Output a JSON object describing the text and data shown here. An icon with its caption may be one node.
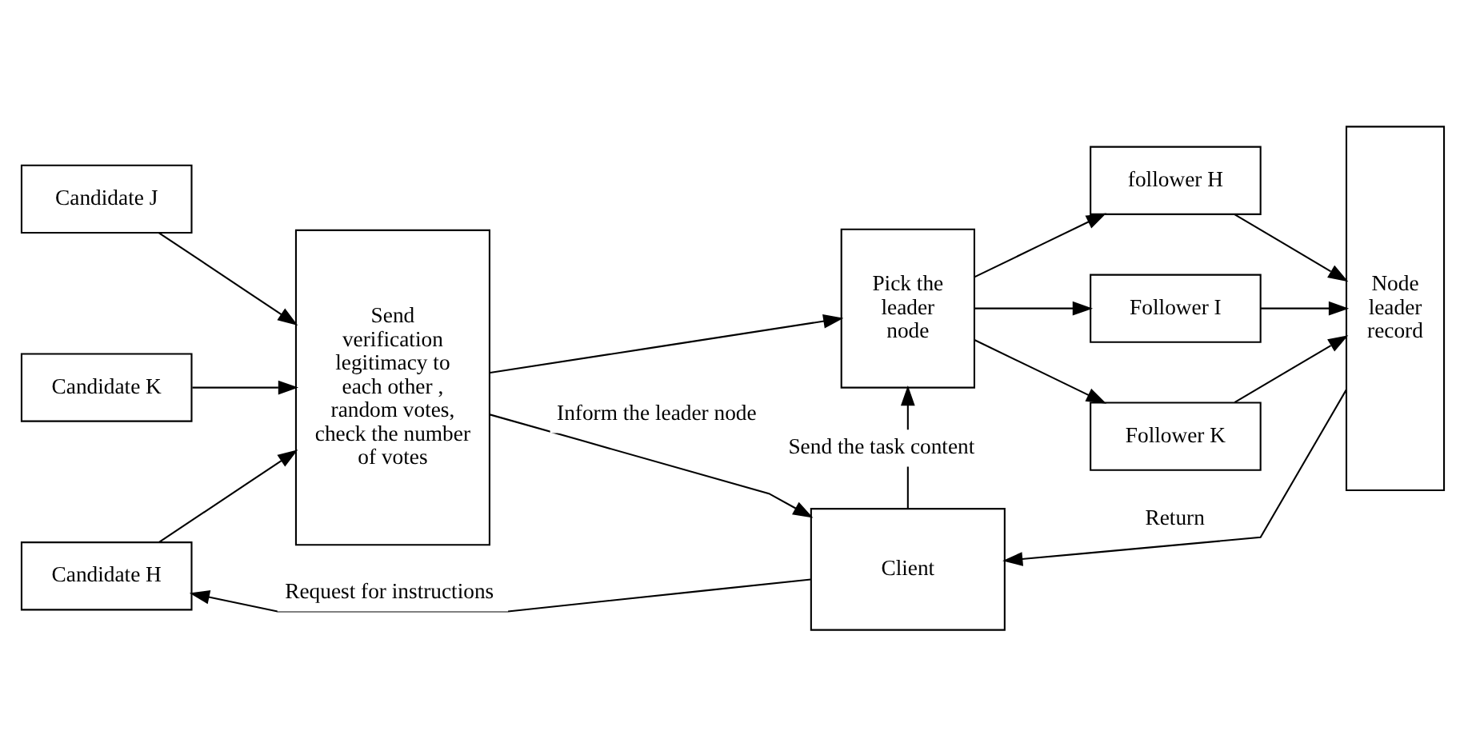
{
  "diagram": {
    "nodes": [
      {
        "text": [
          "Candidate J"
        ]
      },
      {
        "text": [
          "Candidate K"
        ]
      },
      {
        "text": [
          "Candidate H"
        ]
      },
      {
        "text": [
          "Send verification legitimacy to each other , random votes, check the number of votes"
        ]
      },
      {
        "text": [
          "Pick the leader node"
        ]
      },
      {
        "text": [
          "Follower I"
        ]
      },
      {
        "text": [
          "Follower K"
        ]
      },
      {
        "text": [
          "follower H"
        ]
      },
      {
        "text": [
          "Node leader record"
        ]
      },
      {
        "text": [
          "Client"
        ]
      }
    ],
    "edges": [
      {
        "from": 0,
        "to": 3,
        "arrow": "to"
      },
      {
        "from": 1,
        "to": 3,
        "arrow": "to"
      },
      {
        "from": 2,
        "to": 3,
        "arrow": "to"
      },
      {
        "from": 3,
        "to": 4,
        "arrow": "to"
      },
      {
        "from": 4,
        "to": 5,
        "arrow": "to"
      },
      {
        "from": 4,
        "to": 6,
        "arrow": "to"
      },
      {
        "from": 4,
        "to": 7,
        "arrow": "to"
      },
      {
        "from": 5,
        "to": 8,
        "arrow": "to"
      },
      {
        "from": 6,
        "to": 8,
        "arrow": "to"
      },
      {
        "from": 7,
        "to": 8,
        "arrow": "to"
      },
      {
        "from": 3,
        "to": 9,
        "arrow": "to",
        "label": "Inform the leader node"
      },
      {
        "from": 9,
        "to": 4,
        "arrow": "to",
        "label": "Send the task content"
      },
      {
        "from": 9,
        "to": 2,
        "arrow": "to",
        "label": "Request for instructions"
      },
      {
        "from": 8,
        "to": 9,
        "arrow": "to",
        "label": "Return"
      }
    ]
  }
}
